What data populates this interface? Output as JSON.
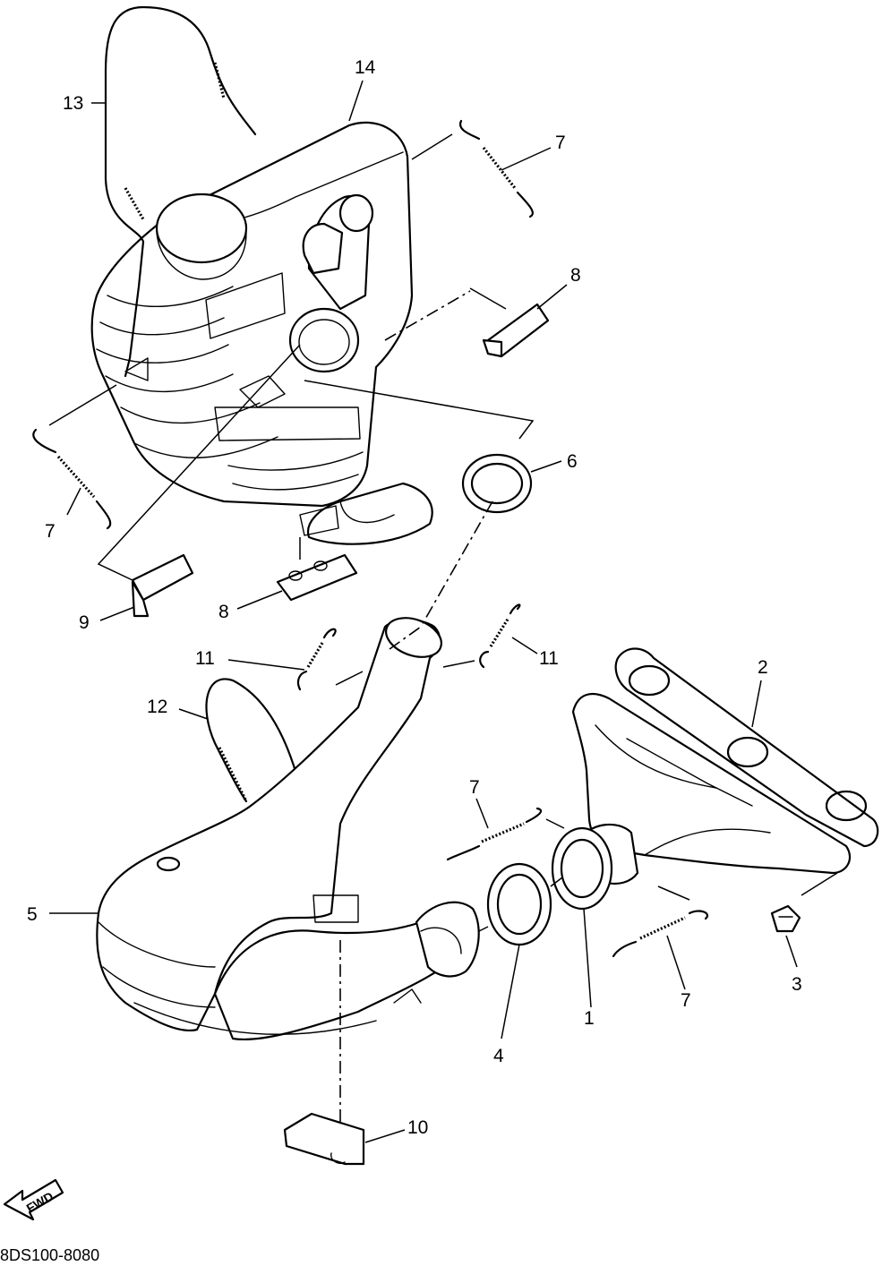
{
  "diagram": {
    "code": "8DS100-8080",
    "fwd_label": "FWD",
    "callouts": {
      "c1": "1",
      "c2": "2",
      "c3": "3",
      "c4": "4",
      "c5": "5",
      "c6": "6",
      "c7a": "7",
      "c7b": "7",
      "c7c": "7",
      "c7d": "7",
      "c8a": "8",
      "c8b": "8",
      "c9": "9",
      "c10": "10",
      "c11a": "11",
      "c11b": "11",
      "c12": "12",
      "c13": "13",
      "c14": "14"
    }
  }
}
